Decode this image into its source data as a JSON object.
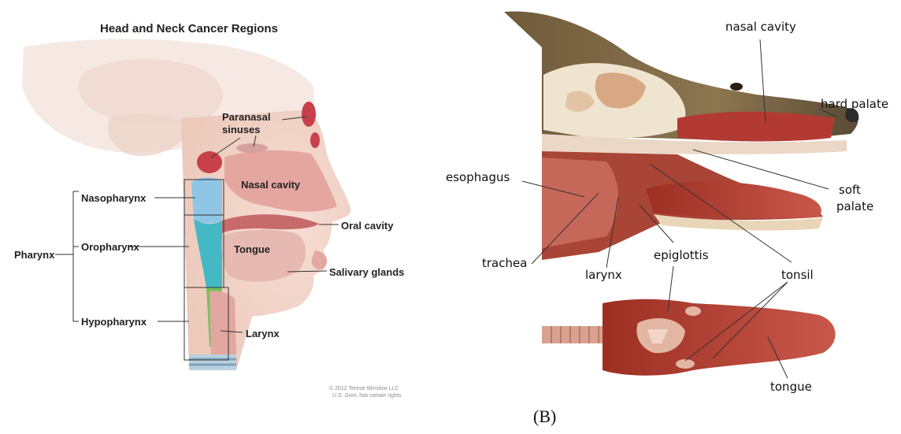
{
  "panel_a": {
    "title": "Head and Neck Cancer Regions",
    "labels": {
      "paranasal_sinuses_line1": "Paranasal",
      "paranasal_sinuses_line2": "sinuses",
      "nasal_cavity": "Nasal cavity",
      "oral_cavity": "Oral cavity",
      "tongue": "Tongue",
      "salivary_glands": "Salivary glands",
      "larynx": "Larynx",
      "nasopharynx": "Nasopharynx",
      "oropharynx": "Oropharynx",
      "hypopharynx": "Hypopharynx",
      "pharynx": "Pharynx"
    },
    "credit_line1": "© 2012 Terese Winslow LLC",
    "credit_line2": "U.S. Govt. has certain rights"
  },
  "panel_b": {
    "labels": {
      "nasal_cavity": "nasal cavity",
      "hard_palate": "hard palate",
      "esophagus": "esophagus",
      "soft_palate_line1": "soft",
      "soft_palate_line2": "palate",
      "trachea": "trachea",
      "larynx": "larynx",
      "epiglottis": "epiglottis",
      "tonsil": "tonsil",
      "tongue": "tongue"
    },
    "caption": "(B)"
  }
}
